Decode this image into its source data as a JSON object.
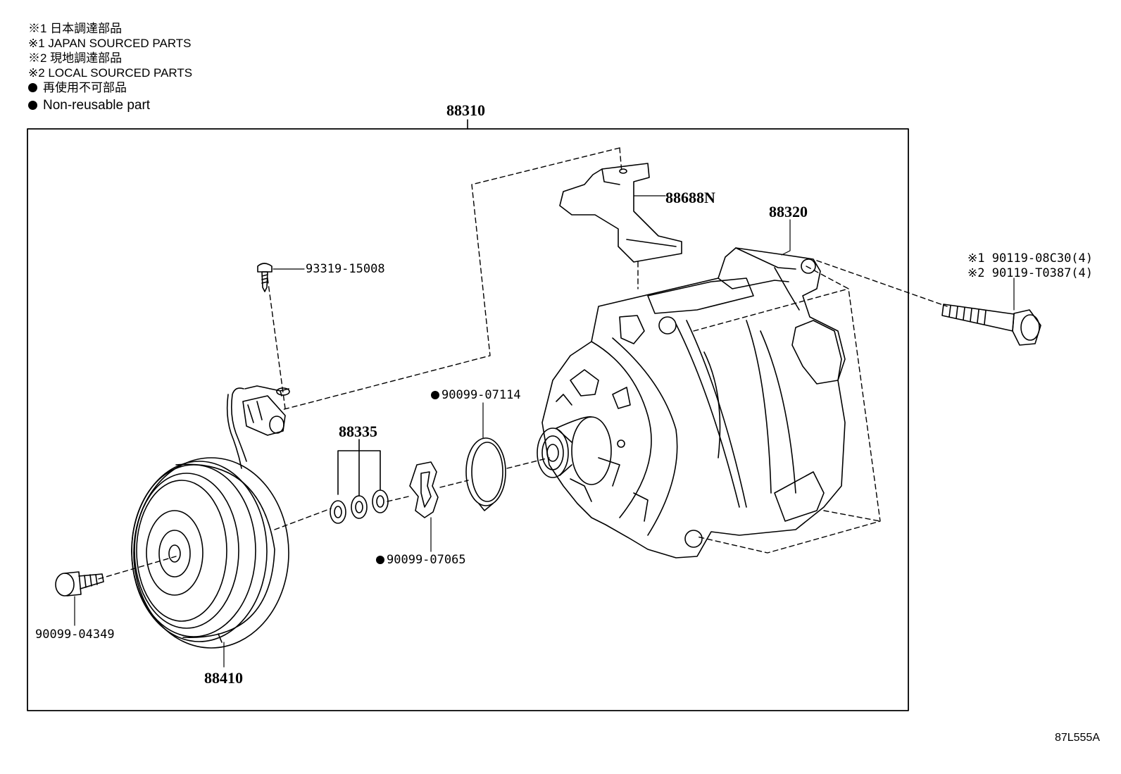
{
  "legend": {
    "line1": "※1 日本調達部品",
    "line2": "※1 JAPAN SOURCED PARTS",
    "line3": "※2 現地調達部品",
    "line4": "※2 LOCAL SOURCED PARTS",
    "line5": "再使用不可部品",
    "line6": "Non-reusable part"
  },
  "parts": {
    "assembly": "88310",
    "compressor": "88320",
    "bracket": "88688N",
    "screw": "93319-15008",
    "bolt_japan": "※1 90119-08C30(4)",
    "bolt_local": "※2 90119-T0387(4)",
    "shims": "88335",
    "snap_ring": "90099-07114",
    "spacer_ring": "90099-07065",
    "center_bolt": "90099-04349",
    "clutch": "88410"
  },
  "diagram_ref": "87L555A"
}
